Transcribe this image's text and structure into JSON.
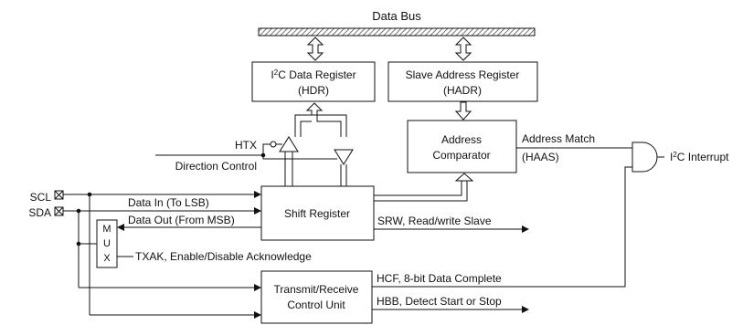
{
  "bus": {
    "label": "Data Bus"
  },
  "blocks": {
    "hdr": {
      "line1_main": "C Data Register",
      "line1_prefix": "I",
      "line1_sup": "2",
      "line2": "(HDR)"
    },
    "hadr": {
      "line1": "Slave Address Register",
      "line2": "(HADR)"
    },
    "comparator": {
      "line1": "Address",
      "line2": "Comparator"
    },
    "shift": {
      "label": "Shift Register"
    },
    "control": {
      "line1": "Transmit/Receive",
      "line2": "Control Unit"
    },
    "mux": {
      "letters": [
        "M",
        "U",
        "X"
      ]
    }
  },
  "signals": {
    "htx": "HTX",
    "direction": "Direction Control",
    "scl": "SCL",
    "sda": "SDA",
    "data_in": "Data In (To LSB)",
    "data_out": "Data Out (From MSB)",
    "txak": "TXAK, Enable/Disable Acknowledge",
    "srw": "SRW, Read/write Slave",
    "address_match": "Address Match",
    "haas": "(HAAS)",
    "interrupt_prefix": "I",
    "interrupt_sup": "2",
    "interrupt_main": "C Interrupt",
    "hcf": "HCF, 8-bit Data Complete",
    "hbb": "HBB, Detect Start or Stop"
  },
  "colors": {
    "ink": "#111111",
    "background": "#ffffff",
    "bus_fill": "#9a9a9a"
  }
}
